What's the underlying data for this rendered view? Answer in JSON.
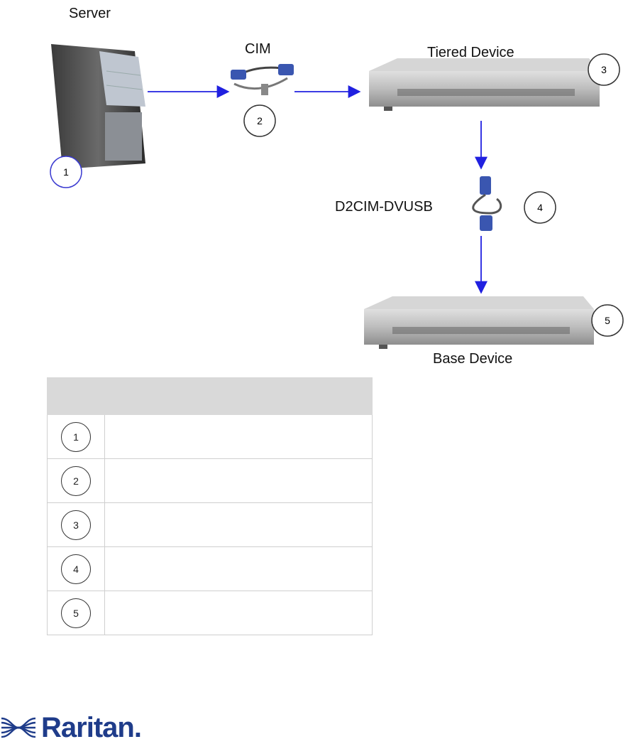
{
  "labels": {
    "server": "Server",
    "cim": "CIM",
    "tiered": "Tiered Device",
    "d2cim": "D2CIM-DVUSB",
    "base": "Base Device"
  },
  "callouts": [
    "1",
    "2",
    "3",
    "4",
    "5"
  ],
  "table": {
    "header": [
      "",
      ""
    ],
    "rows": [
      {
        "num": "1",
        "text": ""
      },
      {
        "num": "2",
        "text": ""
      },
      {
        "num": "3",
        "text": ""
      },
      {
        "num": "4",
        "text": ""
      },
      {
        "num": "5",
        "text": ""
      }
    ]
  },
  "logo": {
    "text": "Raritan."
  },
  "colors": {
    "arrow": "#2020e0",
    "logo": "#1f3c8a",
    "callout1_border": "#3a3ad0"
  }
}
